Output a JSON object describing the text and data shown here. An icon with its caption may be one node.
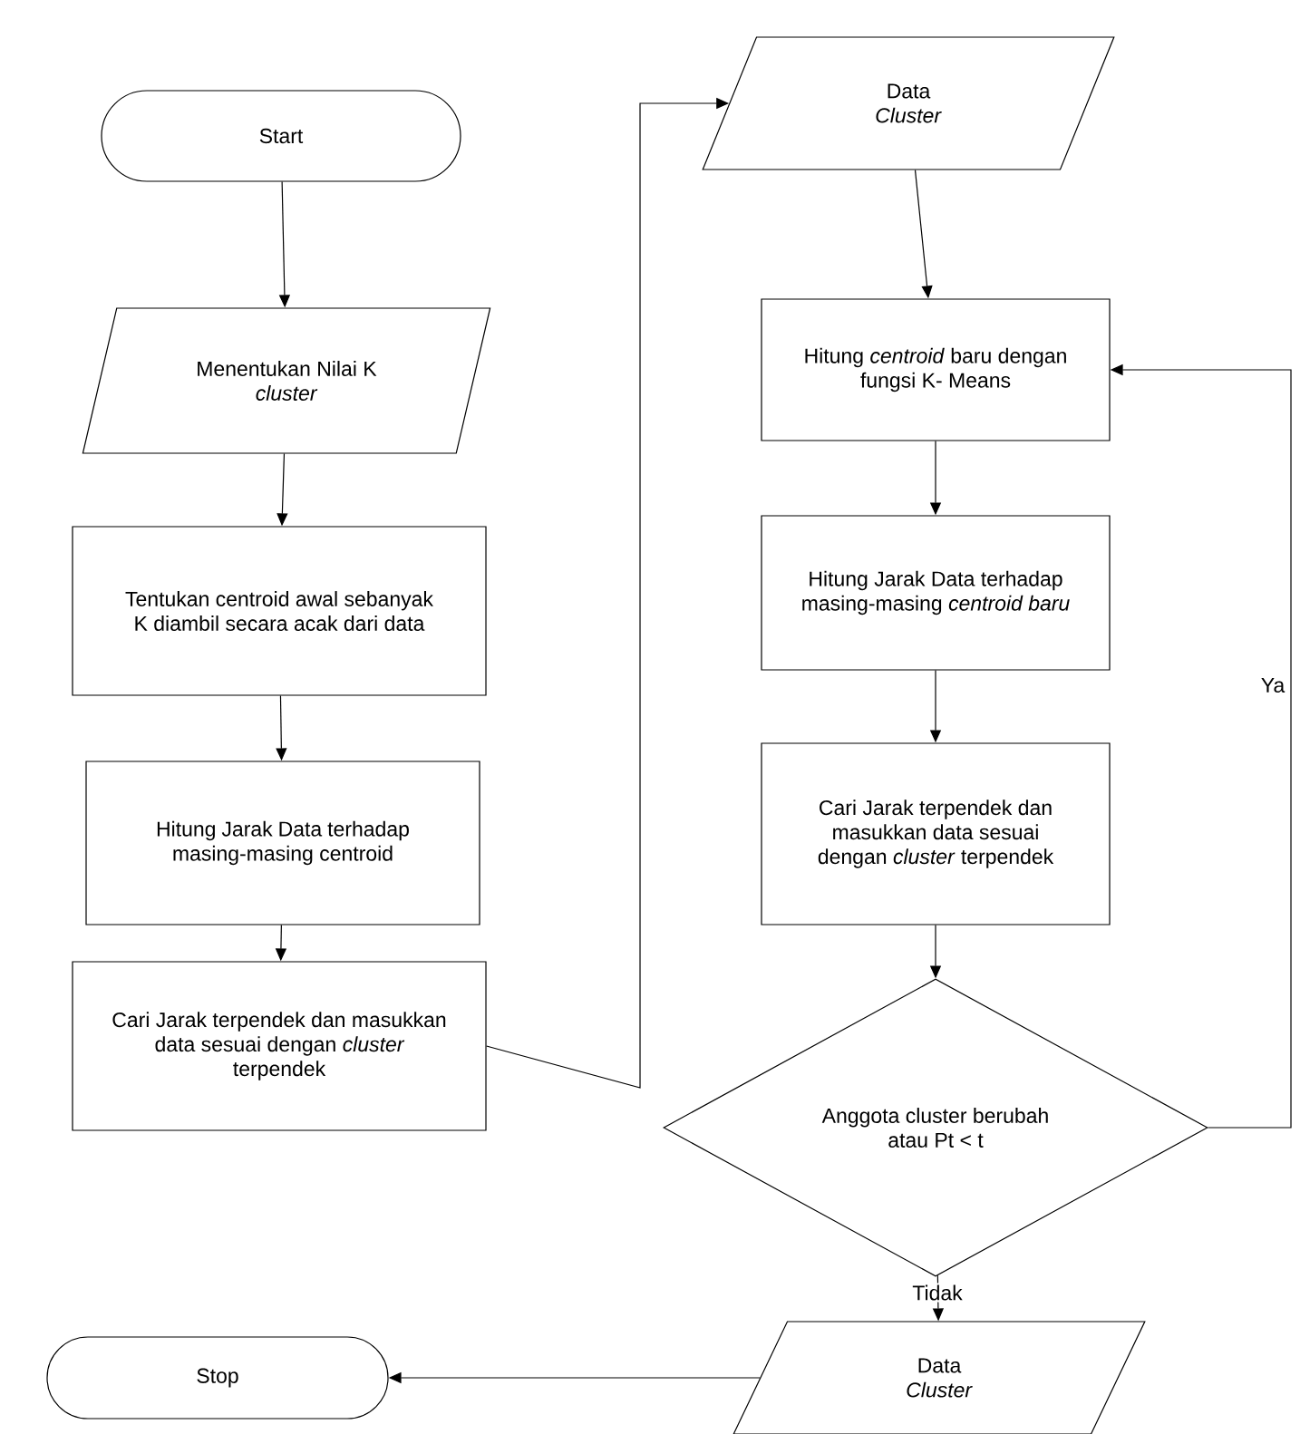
{
  "diagram": {
    "nodes": [
      {
        "text": [
          "Start"
        ]
      },
      {
        "text": [
          "Menentukan Nilai K *cluster*"
        ]
      },
      {
        "text": [
          "Tentukan centroid awal sebanyak K diambil secara acak dari data"
        ]
      },
      {
        "text": [
          "Hitung Jarak Data terhadap masing-masing centroid"
        ]
      },
      {
        "text": [
          "Cari Jarak terpendek dan masukkan data sesuai dengan *cluster* terpendek"
        ]
      },
      {
        "text": [
          "Data *Cluster*"
        ]
      },
      {
        "text": [
          "Hitung *centroid* baru dengan fungsi K- Means"
        ]
      },
      {
        "text": [
          "Hitung Jarak Data terhadap masing-masing *centroid baru*"
        ]
      },
      {
        "text": [
          "Cari Jarak terpendek dan masukkan data sesuai dengan *cluster* terpendek"
        ]
      },
      {
        "text": [
          "Anggota cluster berubah  atau Pt < t"
        ]
      },
      {
        "text": [
          "Data *Cluster*"
        ]
      },
      {
        "text": [
          "Stop"
        ]
      }
    ],
    "edges": [
      {
        "from": 0,
        "to": 1,
        "arrow": "to"
      },
      {
        "from": 1,
        "to": 2,
        "arrow": "to"
      },
      {
        "from": 2,
        "to": 3,
        "arrow": "to"
      },
      {
        "from": 3,
        "to": 4,
        "arrow": "to"
      },
      {
        "from": 4,
        "to": 5,
        "arrow": "to"
      },
      {
        "from": 5,
        "to": 6,
        "arrow": "to"
      },
      {
        "from": 6,
        "to": 7,
        "arrow": "to"
      },
      {
        "from": 7,
        "to": 8,
        "arrow": "to"
      },
      {
        "from": 8,
        "to": 9,
        "arrow": "to"
      },
      {
        "from": 9,
        "to": 6,
        "arrow": "to",
        "label": "Ya"
      },
      {
        "from": 9,
        "to": 10,
        "arrow": "to",
        "label": "Tidak"
      },
      {
        "from": 10,
        "to": 11,
        "arrow": "to"
      }
    ]
  }
}
